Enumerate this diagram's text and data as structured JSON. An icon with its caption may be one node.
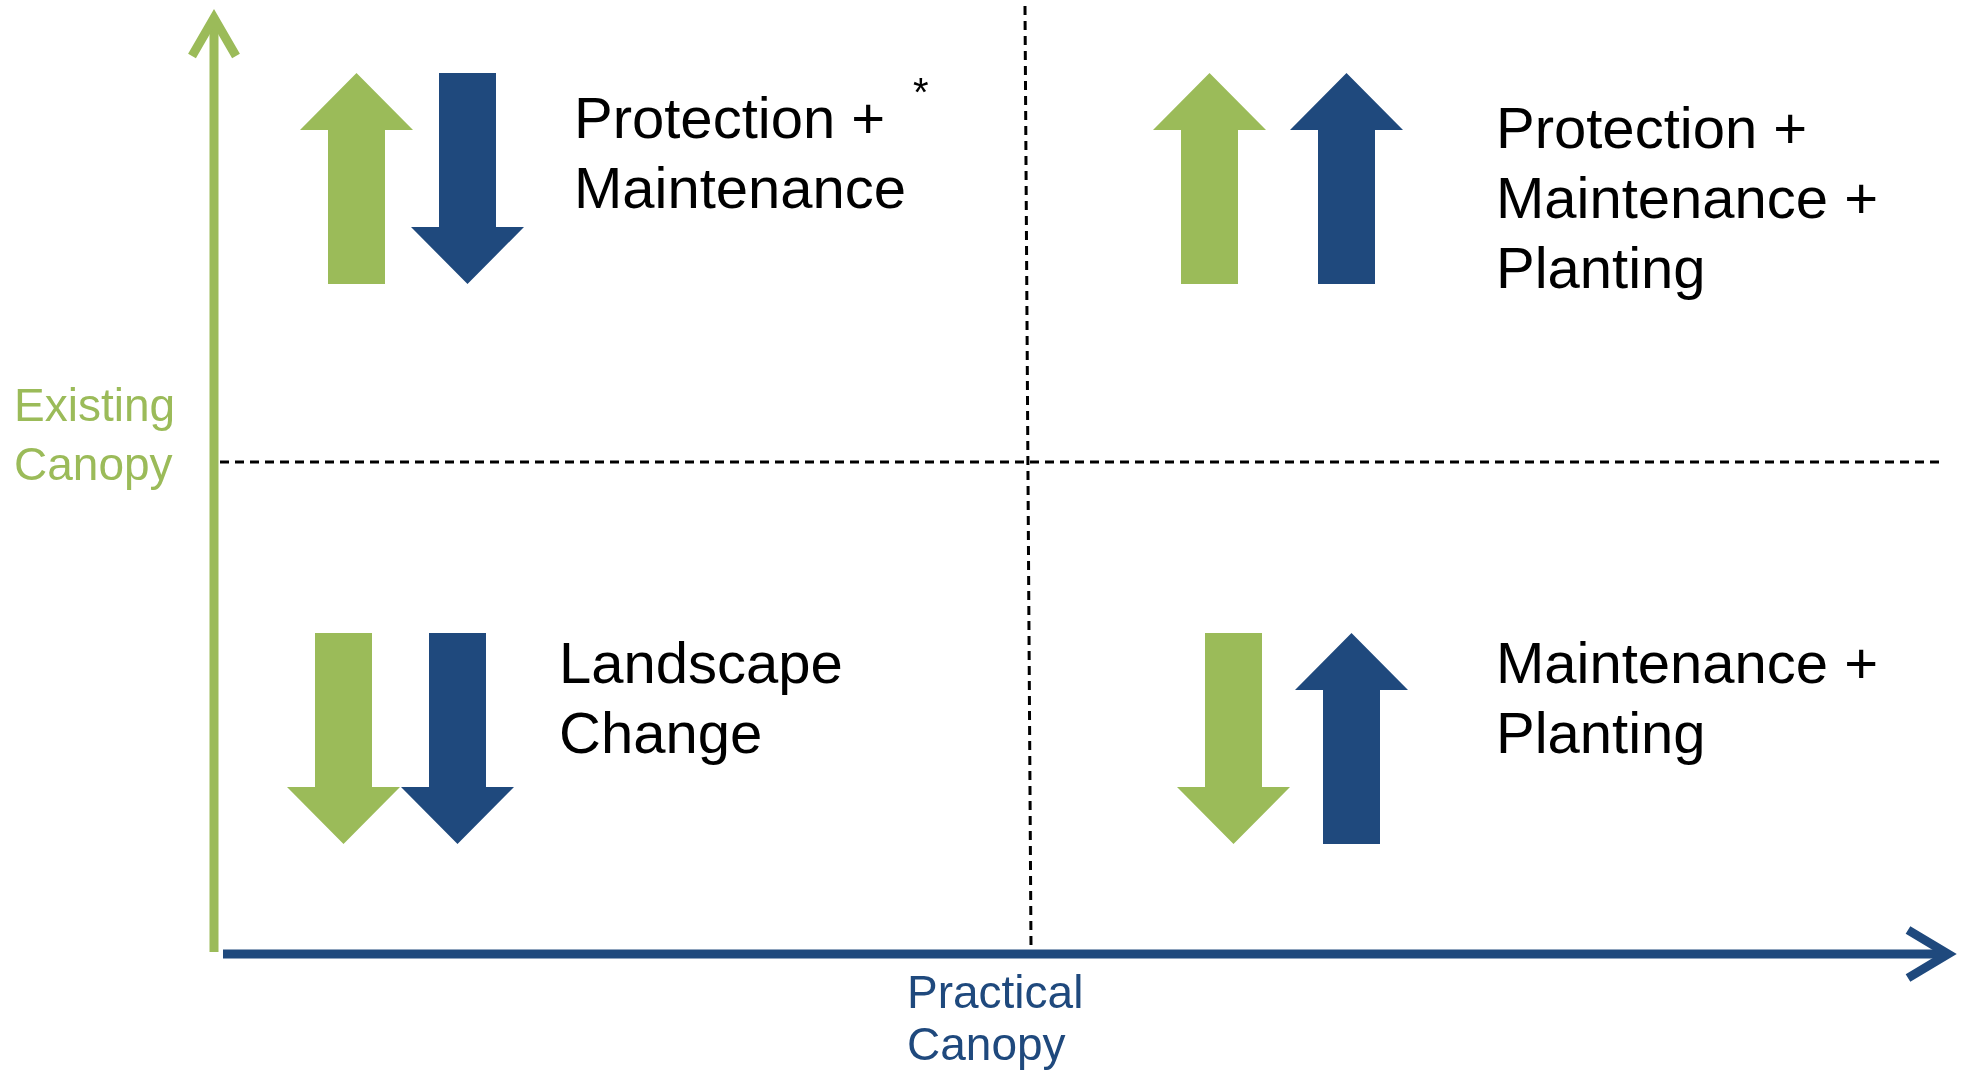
{
  "diagram": {
    "labels": [
      "Protection + Maintenance",
      "*",
      "Protection + Maintenance + Planting",
      "Existing Canopy",
      "Landscape Change",
      "Maintenance + Planting",
      "Practical Canopy"
    ]
  }
}
